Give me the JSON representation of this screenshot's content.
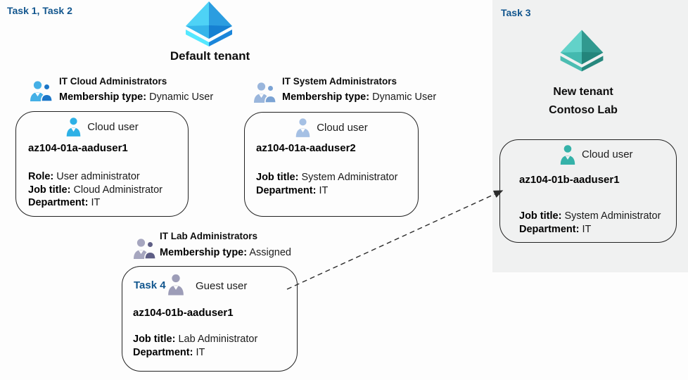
{
  "labels": {
    "task_left": "Task 1, Task 2",
    "task_right": "Task 3",
    "task_guest": "Task 4"
  },
  "default_tenant": {
    "title": "Default tenant",
    "groups": {
      "cloud": {
        "title": "IT Cloud Administrators",
        "membership_label": "Membership type:",
        "membership_value": "Dynamic User"
      },
      "system": {
        "title": "IT System Administrators",
        "membership_label": "Membership type:",
        "membership_value": "Dynamic User"
      },
      "lab": {
        "title": "IT Lab Administrators",
        "membership_label": "Membership type:",
        "membership_value": "Assigned"
      }
    },
    "users": {
      "cloud_user1": {
        "type": "Cloud user",
        "name": "az104-01a-aaduser1",
        "role_label": "Role:",
        "role": "User administrator",
        "job_label": "Job title:",
        "job": "Cloud Administrator",
        "dept_label": "Department:",
        "dept": "IT"
      },
      "cloud_user2": {
        "type": "Cloud user",
        "name": "az104-01a-aaduser2",
        "job_label": "Job title:",
        "job": "System Administrator",
        "dept_label": "Department:",
        "dept": "IT"
      },
      "guest_user": {
        "type": "Guest user",
        "name": "az104-01b-aaduser1",
        "job_label": "Job title:",
        "job": "Lab Administrator",
        "dept_label": "Department:",
        "dept": "IT"
      }
    }
  },
  "new_tenant": {
    "title_line1": "New tenant",
    "title_line2": "Contoso Lab",
    "user": {
      "type": "Cloud user",
      "name": "az104-01b-aaduser1",
      "job_label": "Job title:",
      "job": "System Administrator",
      "dept_label": "Department:",
      "dept": "IT"
    }
  },
  "icons": {
    "default_tenant": "azure-ad-tenant-diamond",
    "new_tenant": "azure-ad-tenant-diamond-teal",
    "groups": "two-people-group-icon",
    "users": "single-person-icon",
    "arrow": "dashed-invite-arrow"
  },
  "colors": {
    "task_label_blue": "#12568e",
    "canvas_bg": "#fdfdfd",
    "panel_bg": "#f0f1f1",
    "card_border": "#222222",
    "arrow": "#2b2b2b",
    "aad_left": "#4ed2f6",
    "aad_left_inner": "#35b5ea",
    "aad_right": "#2b9de0",
    "aad_right_inner": "#1680d2",
    "aad_chevron_left": "#55e8ff",
    "aad_chevron_right": "#1b86da",
    "teal_left": "#62d2c9",
    "teal_left_inner": "#43b9af",
    "teal_right": "#31998f",
    "teal_right_inner": "#23857b",
    "teal_chevron_left": "#4cbdb2",
    "teal_chevron_right": "#27887e",
    "group_cloud_front": "#45b0e6",
    "group_cloud_back": "#1b76c8",
    "group_system_front": "#9ab6dc",
    "group_system_back": "#7ba3d4",
    "group_lab_front": "#a6a6bf",
    "group_lab_back": "#5e5e85",
    "user_cloud_bright": "#2eb1e6",
    "user_cloud_steel": "#a5c0e4",
    "user_guest_gray": "#9d9db8",
    "user_teal": "#35b2a9"
  }
}
